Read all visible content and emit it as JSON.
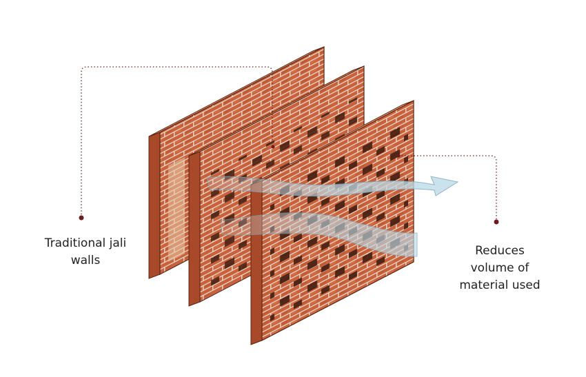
{
  "colors": {
    "brick": "#c8613c",
    "brick_dark": "#8e3a20",
    "mortar": "#e8d3c2",
    "top_face": "#d77a4f",
    "leader": "#6b1d1d",
    "airflow": "#bcdbe8"
  },
  "labels": {
    "left": {
      "line1": "Traditional jali",
      "line2": "walls"
    },
    "right": {
      "line1": "Reduces",
      "line2": "volume of",
      "line3": "material used"
    }
  }
}
